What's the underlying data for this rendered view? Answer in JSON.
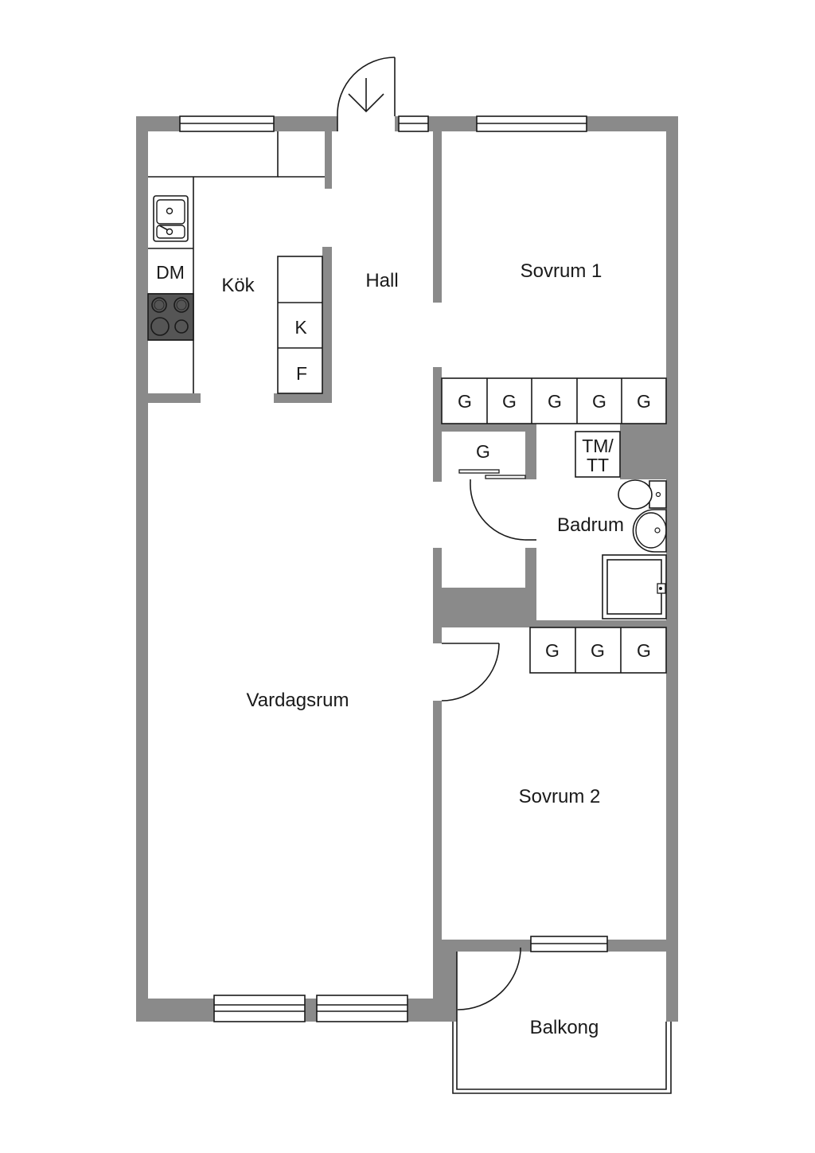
{
  "rooms": {
    "kok": "Kök",
    "hall": "Hall",
    "sovrum1": "Sovrum 1",
    "badrum": "Badrum",
    "vardagsrum": "Vardagsrum",
    "sovrum2": "Sovrum 2",
    "balkong": "Balkong"
  },
  "fixtures": {
    "dishwasher": "DM",
    "fridge": "K",
    "freezer": "F",
    "wardrobe": "G",
    "washer_line1": "TM/",
    "washer_line2": "TT"
  },
  "icons": [
    "entrance-arrow-icon",
    "sink-icon",
    "stove-icon",
    "toilet-icon",
    "washbasin-icon",
    "shower-icon"
  ],
  "colors": {
    "wall": "#8a8a8a",
    "line": "#1a1a1a",
    "stove": "#555555"
  }
}
